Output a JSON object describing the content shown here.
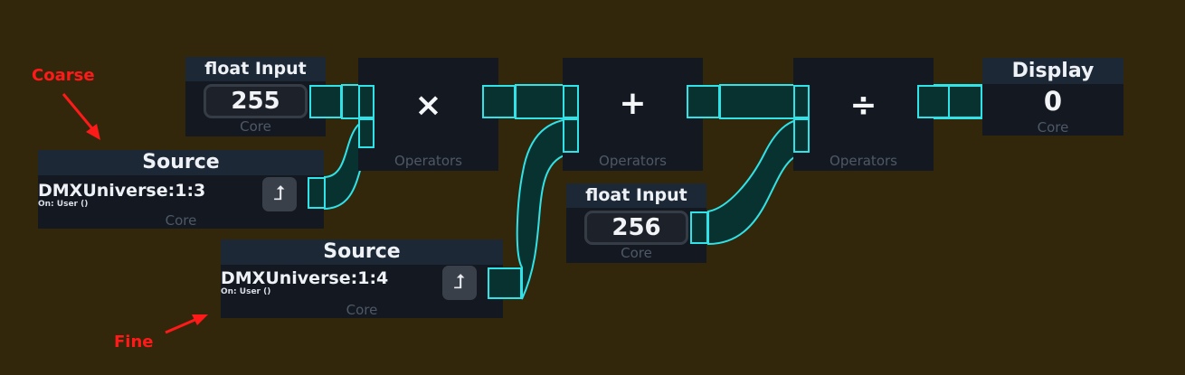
{
  "nodes": {
    "float_input_1": {
      "title": "float Input",
      "value": "255",
      "category": "Core"
    },
    "source_coarse": {
      "title": "Source",
      "value": "DMXUniverse:1:3",
      "subtitle": "On: User ()",
      "button_glyph": "⮥",
      "category": "Core"
    },
    "source_fine": {
      "title": "Source",
      "value": "DMXUniverse:1:4",
      "subtitle": "On: User ()",
      "button_glyph": "⮥",
      "category": "Core"
    },
    "multiply": {
      "symbol": "×",
      "category": "Operators"
    },
    "add": {
      "symbol": "+",
      "category": "Operators"
    },
    "divide": {
      "symbol": "÷",
      "category": "Operators"
    },
    "float_input_2": {
      "title": "float Input",
      "value": "256",
      "category": "Core"
    },
    "display": {
      "title": "Display",
      "value": "0",
      "category": "Core"
    }
  },
  "annotations": {
    "coarse": "Coarse",
    "fine": "Fine",
    "color": "#ff1a1a"
  },
  "colors": {
    "background": "#33270b",
    "node_body": "#131821",
    "node_header": "#1d2836",
    "wire": "#2fe3e8",
    "wire_fill": "#08322f"
  }
}
